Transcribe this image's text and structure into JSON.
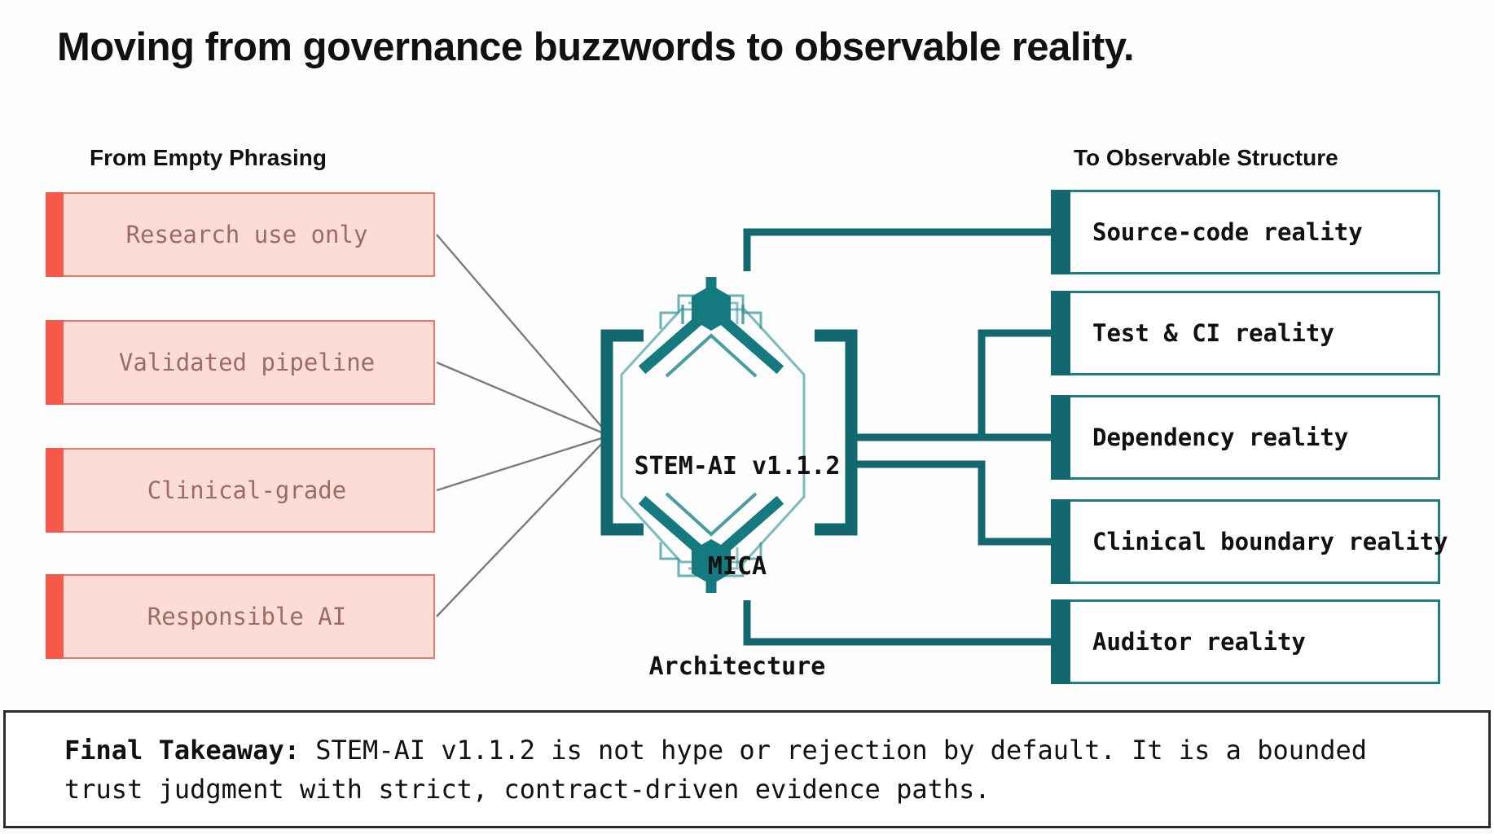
{
  "slide": {
    "title": "Moving from governance buzzwords to observable reality.",
    "background": "#fdfdfd"
  },
  "columns": {
    "left_heading": "From Empty Phrasing",
    "right_heading": "To Observable Structure"
  },
  "left_cards": [
    {
      "label": "Research use only"
    },
    {
      "label": "Validated pipeline"
    },
    {
      "label": "Clinical-grade"
    },
    {
      "label": "Responsible AI"
    }
  ],
  "center_node": {
    "line1": "STEM-AI v1.1.2",
    "line2": "MICA",
    "line3": "Architecture",
    "icon": "hexagon-circuit-icon"
  },
  "right_cards": [
    {
      "label": "Source-code reality"
    },
    {
      "label": "Test & CI reality"
    },
    {
      "label": "Dependency reality"
    },
    {
      "label": "Clinical boundary reality"
    },
    {
      "label": "Auditor reality"
    }
  ],
  "takeaway": {
    "lead": "Final Takeaway:",
    "body": " STEM-AI v1.1.2 is not hype or rejection by default. It is a bounded trust judgment with strict, contract-driven evidence paths."
  },
  "colors": {
    "teal": "#13686f",
    "teal_border": "#1b7f85",
    "pink_fill": "#fbdcd7",
    "pink_border": "#e8796c",
    "red_accent": "#f4594a",
    "pink_text": "#9e6a63",
    "connector_gray": "#7b7b7b",
    "ink": "#111111"
  }
}
